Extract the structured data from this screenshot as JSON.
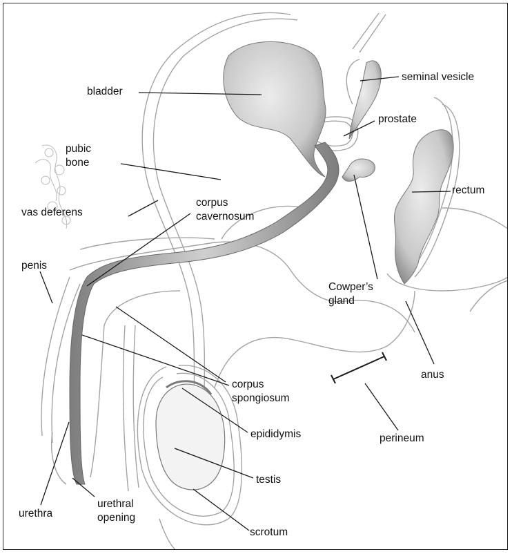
{
  "labels": {
    "bladder": "bladder",
    "seminal_vesicle": "seminal vesicle",
    "prostate": "prostate",
    "pubic_bone_1": "pubic",
    "pubic_bone_2": "bone",
    "rectum": "rectum",
    "vas_deferens": "vas deferens",
    "corpus_cavernosum_1": "corpus",
    "corpus_cavernosum_2": "cavernosum",
    "penis": "penis",
    "cowpers_gland_1": "Cowper’s",
    "cowpers_gland_2": "gland",
    "anus": "anus",
    "corpus_spongiosum_1": "corpus",
    "corpus_spongiosum_2": "spongiosum",
    "epididymis": "epididymis",
    "perineum": "perineum",
    "testis": "testis",
    "urethra": "urethra",
    "urethral_opening_1": "urethral",
    "urethral_opening_2": "opening",
    "scrotum": "scrotum"
  },
  "colors": {
    "outline": "#9a9a9a",
    "leader": "#1a1a1a",
    "organ_shade": "#cfcfcf",
    "organ_dark": "#8c8c8c",
    "background": "#ffffff"
  }
}
